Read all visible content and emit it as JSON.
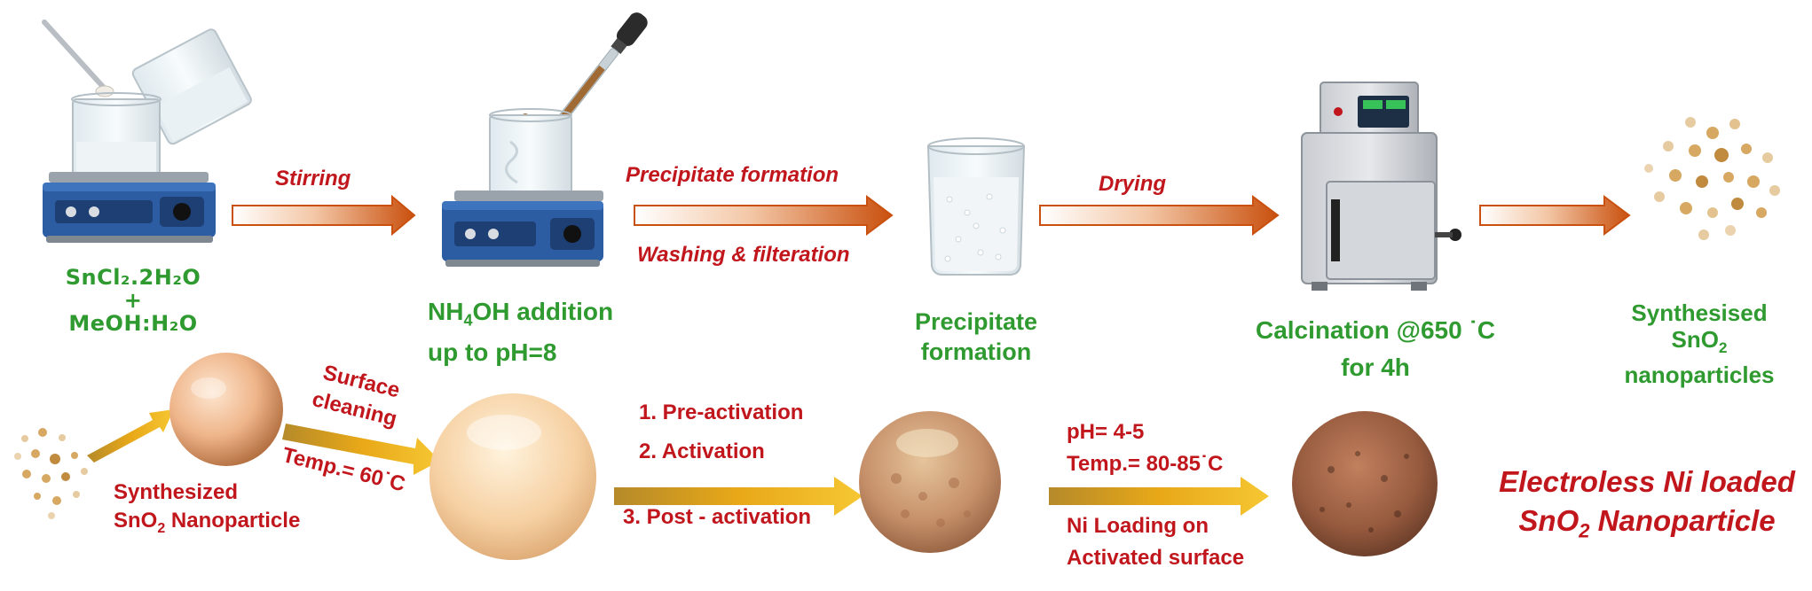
{
  "colors": {
    "green_text": "#2f9a2f",
    "red_text": "#c0161c",
    "orange_arrow": "#c9500e",
    "gold_arrow": "#e8a818",
    "stirrer_blue": "#2c5da3"
  },
  "top_row": {
    "step1": {
      "icon": "hotplate-stirrer-beaker-icon",
      "reagent_line1": "SnCl₂.2H₂O",
      "reagent_plus": "+",
      "reagent_line2": "MeOH:H₂O"
    },
    "arrow1": {
      "label": "Stirring"
    },
    "step2": {
      "icon": "hotplate-dropper-beaker-icon",
      "label_prefix": "NH",
      "label_sub": "4",
      "label_suffix": "OH addition",
      "label_line2": "up to pH=8"
    },
    "arrow2": {
      "label_top": "Precipitate formation",
      "label_bottom": "Washing & filteration"
    },
    "step3": {
      "icon": "beaker-precipitate-icon",
      "label_line1": "Precipitate",
      "label_line2": "formation"
    },
    "arrow3": {
      "label": "Drying"
    },
    "step4": {
      "icon": "muffle-furnace-icon",
      "label_line1": "Calcination @650 ˙C",
      "label_line2": "for 4h"
    },
    "step5": {
      "icon": "nanoparticles-dots-icon",
      "label_line1": "Synthesised",
      "label_line2_prefix": "SnO",
      "label_line2_sub": "2",
      "label_line3": "nanoparticles"
    }
  },
  "bottom_row": {
    "start": {
      "icon": "nanoparticles-dots-icon",
      "label_line1": "Synthesized",
      "label_line2_prefix": "SnO",
      "label_line2_sub": "2",
      "label_line2_suffix": " Nanoparticle"
    },
    "arrow_a": {
      "label_line1": "Surface",
      "label_line2": "cleaning",
      "label_bottom": "Temp.= 60˙C"
    },
    "arrow_b": {
      "item1": "1. Pre-activation",
      "item2": "2. Activation",
      "item3": "3. Post - activation"
    },
    "arrow_c": {
      "label_line1": "pH= 4-5",
      "label_line2": "Temp.= 80-85˙C",
      "label_line3": "Ni Loading on",
      "label_line4": "Activated surface"
    },
    "final": {
      "label_line1": "Electroless Ni loaded",
      "label_line2_prefix": "SnO",
      "label_line2_sub": "2",
      "label_line2_suffix": " Nanoparticle"
    }
  }
}
